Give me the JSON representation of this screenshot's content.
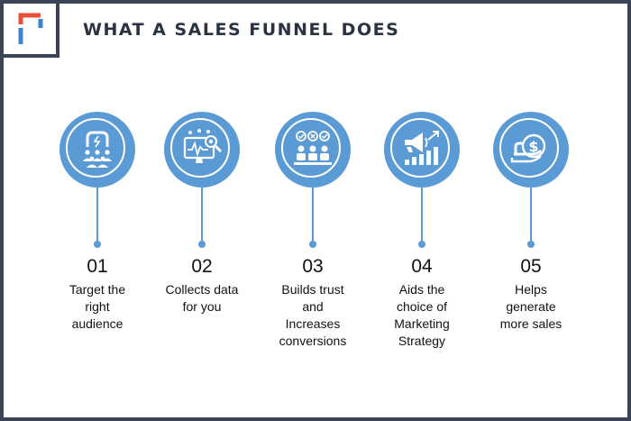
{
  "header": {
    "title": "What a Sales Funnel Does"
  },
  "colors": {
    "accent": "#5b9bd5",
    "frame": "#3a4455",
    "logo_red": "#e8503a",
    "logo_blue": "#3b86c8"
  },
  "steps": [
    {
      "number": "01",
      "label": "Target the\nright\naudience",
      "icon": "magnet-audience-icon"
    },
    {
      "number": "02",
      "label": "Collects data\nfor you",
      "icon": "data-monitor-icon"
    },
    {
      "number": "03",
      "label": "Builds trust\nand\nIncreases\nconversions",
      "icon": "trust-people-icon"
    },
    {
      "number": "04",
      "label": "Aids the\nchoice of\nMarketing\nStrategy",
      "icon": "megaphone-chart-icon"
    },
    {
      "number": "05",
      "label": "Helps\ngenerate\nmore sales",
      "icon": "dollar-sales-icon"
    }
  ]
}
